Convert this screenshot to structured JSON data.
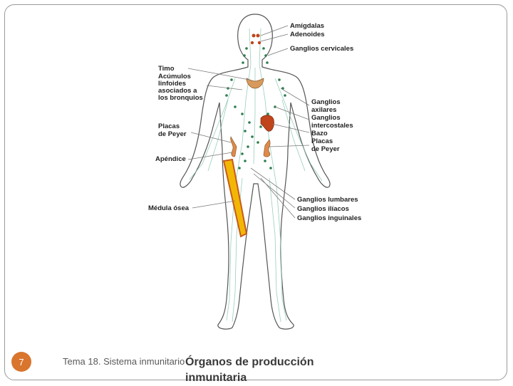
{
  "labels_right": {
    "amigdalas": "Amígdalas",
    "adenoides": "Adenoides",
    "ganglios_cervicales": "Ganglios cervicales",
    "ganglios_axilares": [
      "Ganglios",
      "axilares"
    ],
    "ganglios_intercostales": [
      "Ganglios",
      "intercostales"
    ],
    "bazo": "Bazo",
    "placas_peyer": [
      "Placas",
      "de Peyer"
    ],
    "ganglios_lumbares": "Ganglios lumbares",
    "ganglios_iliacos": "Ganglios ilíacos",
    "ganglios_inguinales": "Ganglios inguinales"
  },
  "labels_left": {
    "timo": "Timo",
    "acumulos": [
      "Acúmulos",
      "linfoides",
      "asociados a",
      "los bronquios"
    ],
    "placas_peyer": [
      "Placas",
      "de Peyer"
    ],
    "apendice": "Apéndice",
    "medula_osea": "Médula ósea"
  },
  "footer": {
    "page_number": "7",
    "course": "Tema 18. Sistema inmunitario",
    "title": "Órganos de producción inmunitaria"
  },
  "colors": {
    "accent_badge": "#d9752d",
    "lymph_nodes": "#2e7d4f",
    "vessels": "#8fc9b4",
    "spleen": "#c0441c",
    "bone_marrow": "#f2b705"
  }
}
